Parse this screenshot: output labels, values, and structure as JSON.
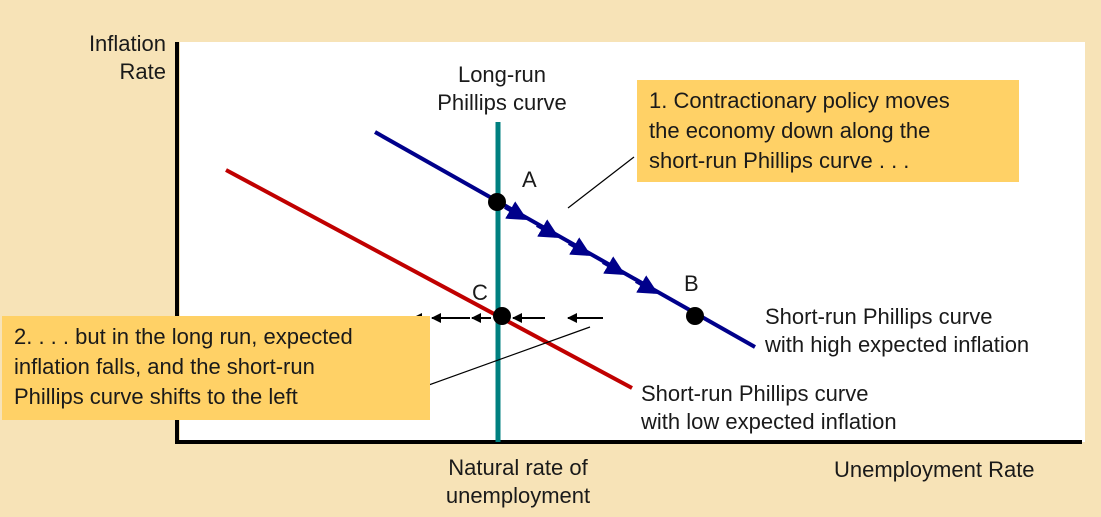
{
  "axes": {
    "y_label_line1": "Inflation",
    "y_label_line2": "Rate",
    "x_label": "Unemployment Rate",
    "natural_rate_line1": "Natural rate of",
    "natural_rate_line2": "unemployment"
  },
  "curves": {
    "long_run_line1": "Long-run",
    "long_run_line2": "Phillips curve",
    "high_sr_line1": "Short-run Phillips curve",
    "high_sr_line2": "with high expected inflation",
    "low_sr_line1": "Short-run Phillips curve",
    "low_sr_line2": "with low expected inflation"
  },
  "points": {
    "a": "A",
    "b": "B",
    "c": "C"
  },
  "callouts": {
    "contractionary": [
      "1. Contractionary policy moves",
      "the economy down along the",
      "short-run Phillips curve . . ."
    ],
    "long_run": [
      "2. . . . but in the long run, expected",
      "inflation falls, and the short-run",
      "Phillips curve shifts to the left"
    ]
  },
  "colors": {
    "background": "#f7e3b7",
    "plot_area": "#ffffff",
    "callout_fill": "#ffd166",
    "long_run_curve": "#008080",
    "high_sr_curve": "#00008b",
    "low_sr_curve": "#c00000",
    "axis": "#000000"
  }
}
